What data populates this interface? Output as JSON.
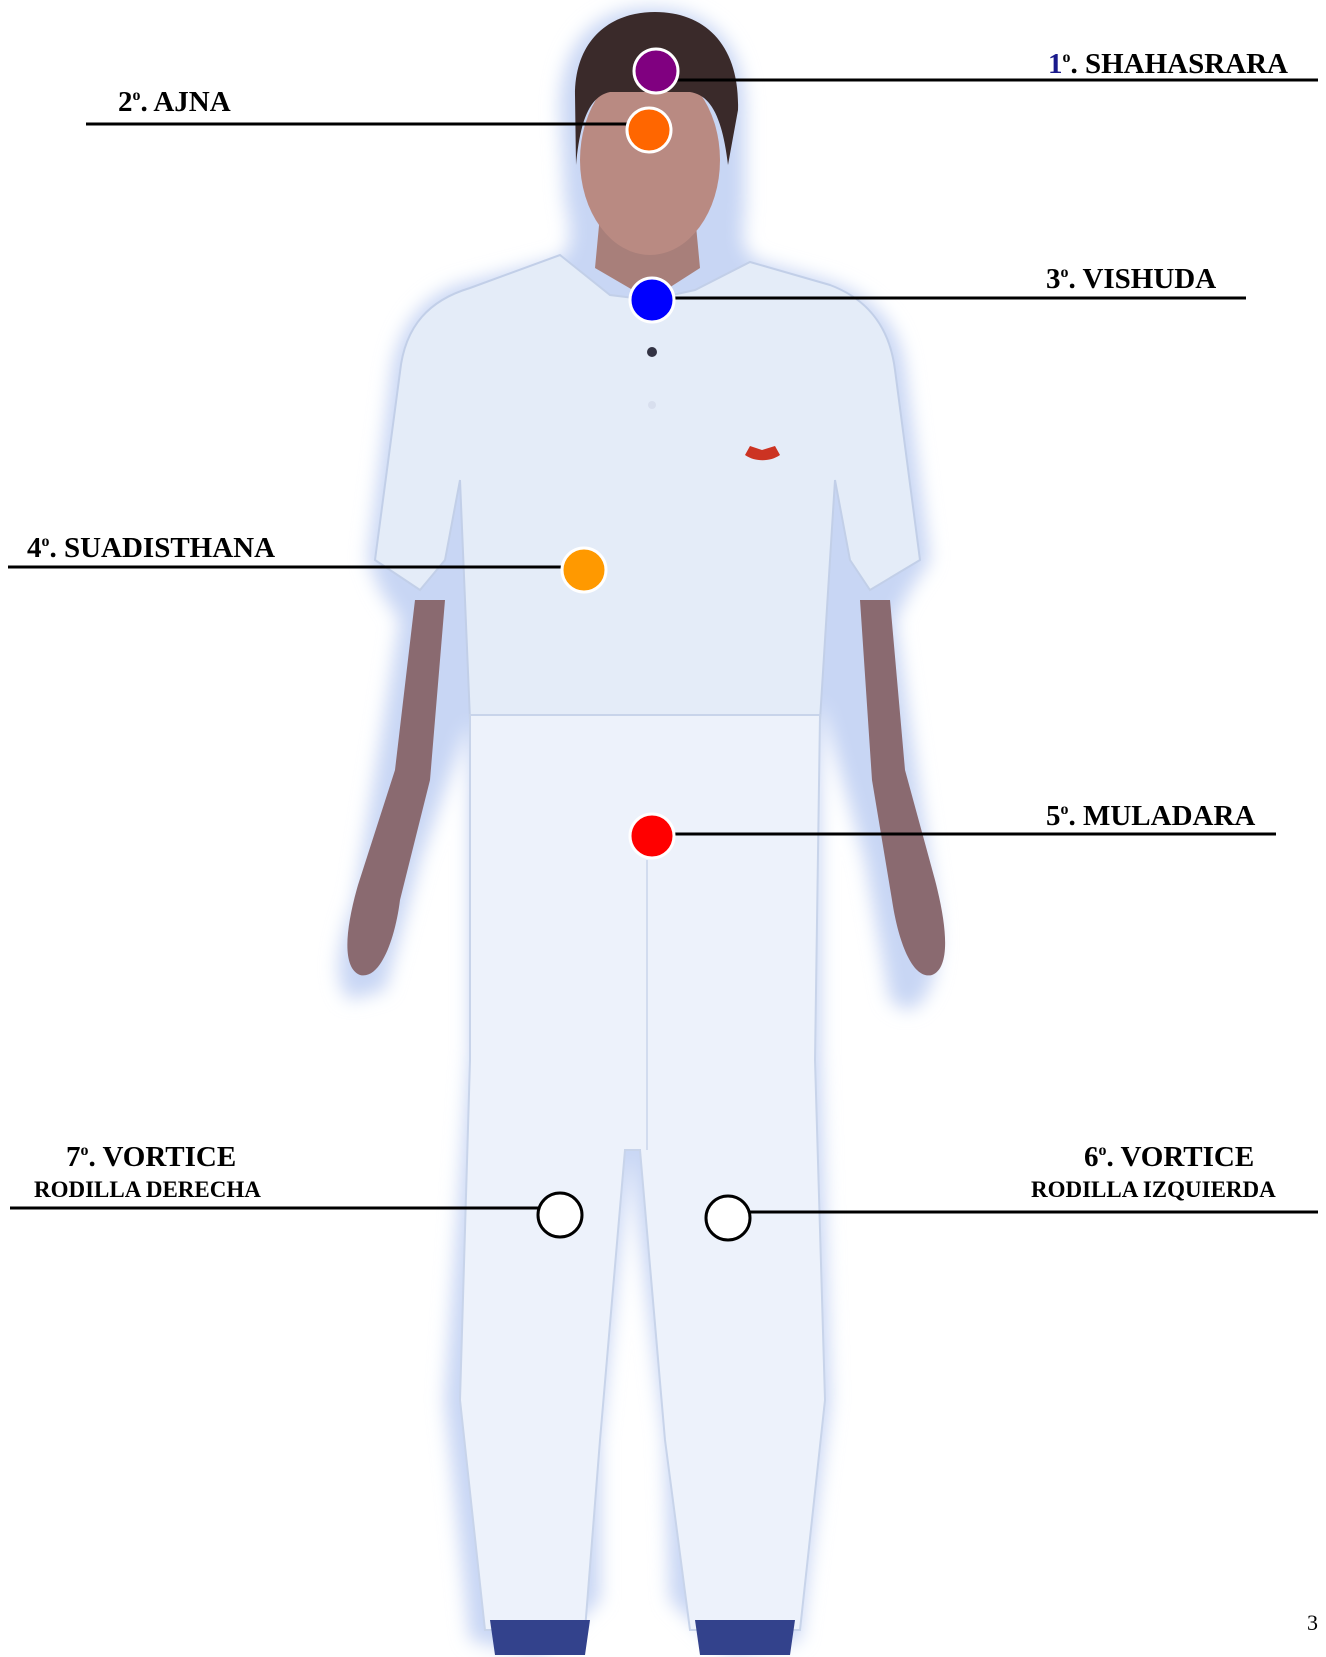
{
  "colors": {
    "shahasrara": "#800080",
    "ajna": "#ff6600",
    "vishuda": "#0000ff",
    "suadisthana": "#ff9900",
    "muladara": "#ff0000",
    "vortice": "#ffffff",
    "line": "#000000",
    "aura": "#c8d6f4",
    "figure_fill": "#e8eefa"
  },
  "labels": {
    "shahasrara": {
      "num": "1",
      "ord": "o",
      "name": ". SHAHASRARA"
    },
    "ajna": {
      "num": "2",
      "ord": "o",
      "name": ". AJNA"
    },
    "vishuda": {
      "num": "3",
      "ord": "o",
      "name": ". VISHUDA"
    },
    "suadisthana": {
      "num": "4",
      "ord": "o",
      "name": ". SUADISTHANA"
    },
    "muladara": {
      "num": "5",
      "ord": "o",
      "name": ". MULADARA"
    },
    "vortice6": {
      "num": "6",
      "ord": "o",
      "name": ". VORTICE",
      "sub": "RODILLA IZQUIERDA"
    },
    "vortice7": {
      "num": "7",
      "ord": "o",
      "name": ". VORTICE",
      "sub": "RODILLA DERECHA"
    }
  },
  "page_number": "3"
}
